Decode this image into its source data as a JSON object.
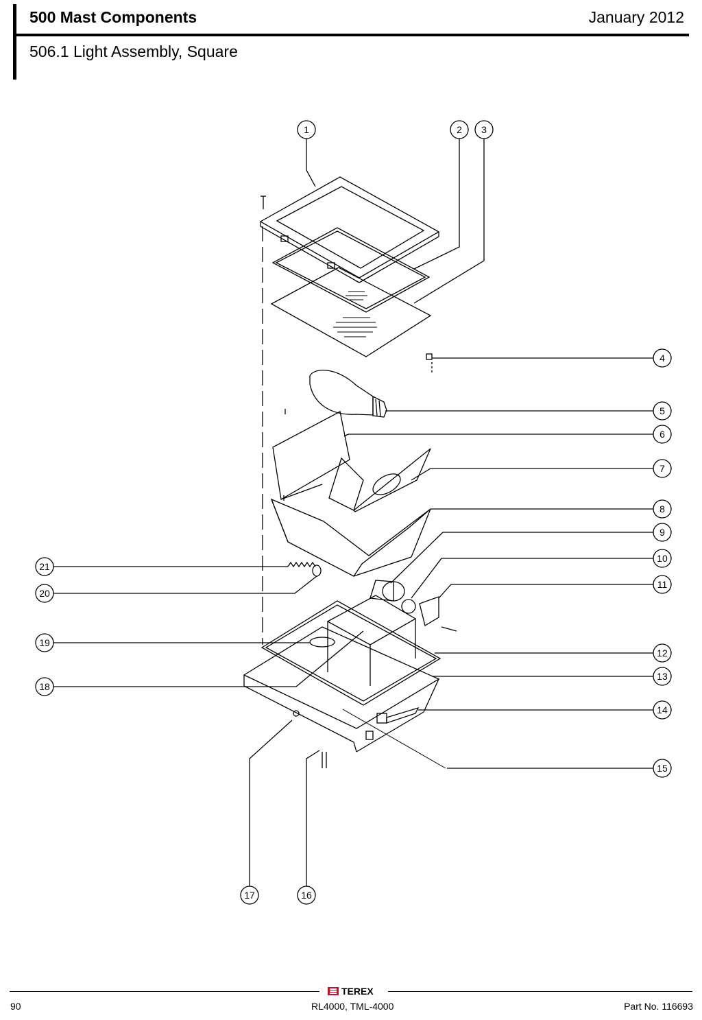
{
  "header": {
    "section_title": "500 Mast Components",
    "date": "January 2012",
    "subtitle": "506.1 Light Assembly, Square"
  },
  "callouts": [
    "1",
    "2",
    "3",
    "4",
    "5",
    "6",
    "7",
    "8",
    "9",
    "10",
    "11",
    "12",
    "13",
    "14",
    "15",
    "16",
    "17",
    "18",
    "19",
    "20",
    "21"
  ],
  "footer": {
    "brand": "TEREX",
    "page_number": "90",
    "models": "RL4000, TML-4000",
    "part_number": "Part No. 116693"
  }
}
